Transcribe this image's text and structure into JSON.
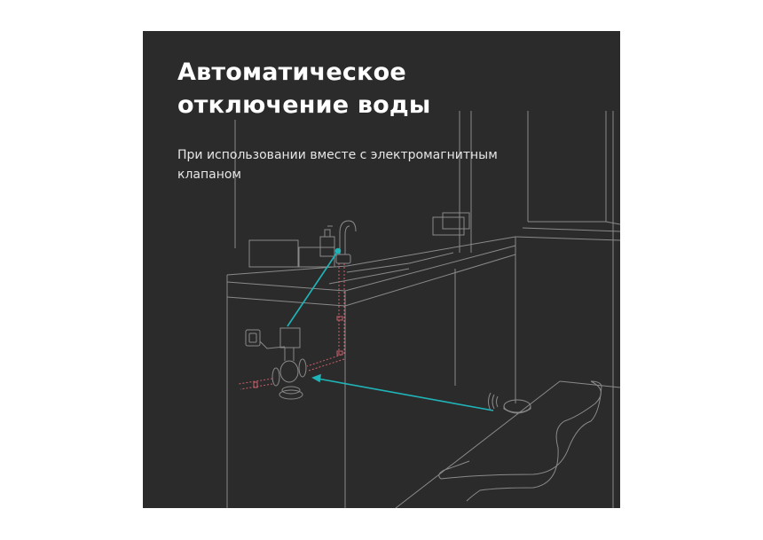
{
  "slide": {
    "title_lines": [
      "Автоматическое",
      "отключение воды"
    ],
    "subtitle_lines": [
      "При использовании вместе с электромагнитным",
      "клапаном"
    ]
  },
  "illustration": {
    "description": "Line-art bathroom scene: countertop with sink, faucet, soap dispenser, wall socket, solenoid valve on pipe, and floor water-leak sensor in a puddle",
    "elements": [
      "faucet-icon",
      "soap-dispenser-icon",
      "wall-socket-icon",
      "solenoid-valve-icon",
      "leak-sensor-icon",
      "water-puddle",
      "signal-arrow"
    ],
    "colors": {
      "background": "#2c2b2c",
      "line": "#8a8a8a",
      "accent_arrow": "#1fb5b8",
      "pipe": "#c9606a",
      "title": "#ffffff",
      "subtitle": "#e6e6e6"
    }
  }
}
